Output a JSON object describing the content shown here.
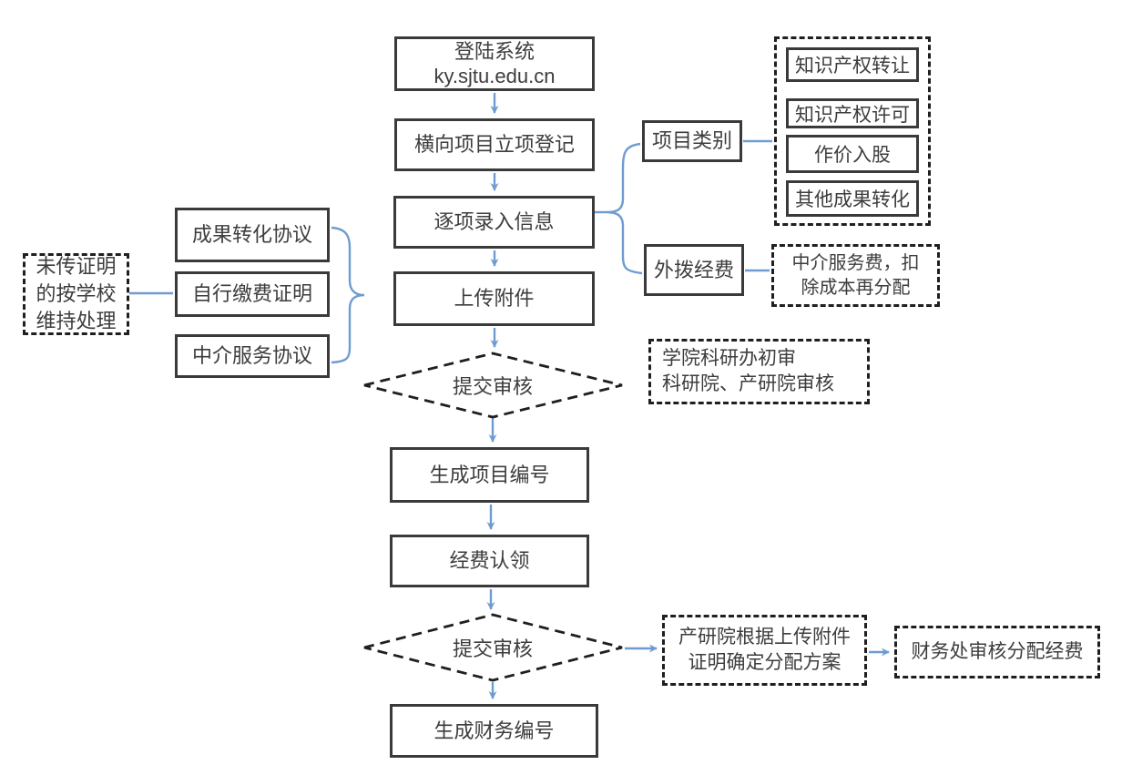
{
  "colors": {
    "background": "#ffffff",
    "solid_border": "#3a3a3a",
    "dashed_border": "#1f1f1f",
    "text": "#3d3d3d",
    "connector_blue": "#6f9cd0"
  },
  "nodes": {
    "login": {
      "line1": "登陆系统",
      "line2": "ky.sjtu.edu.cn"
    },
    "register": {
      "label": "横向项目立项登记"
    },
    "input_info": {
      "label": "逐项录入信息"
    },
    "upload": {
      "label": "上传附件"
    },
    "review1": {
      "label": "提交审核"
    },
    "project_number": {
      "label": "生成项目编号"
    },
    "funding_claim": {
      "label": "经费认领"
    },
    "review2": {
      "label": "提交审核"
    },
    "finance_number": {
      "label": "生成财务编号"
    },
    "achievement_agreement": {
      "label": "成果转化协议"
    },
    "self_payment_proof": {
      "label": "自行缴费证明"
    },
    "agency_agreement": {
      "label": "中介服务协议"
    },
    "no_proof_note": {
      "line1": "未传证明",
      "line2": "的按学校",
      "line3": "维持处理"
    },
    "project_category": {
      "label": "项目类别"
    },
    "external_funds": {
      "label": "外拨经费"
    },
    "ipr_transfer": {
      "label": "知识产权转让"
    },
    "ipr_license": {
      "label": "知识产权许可"
    },
    "valuation_shares": {
      "label": "作价入股"
    },
    "other_transformation": {
      "label": "其他成果转化"
    },
    "agency_fee": {
      "line1": "中介服务费，扣",
      "line2": "除成本再分配"
    },
    "review_note": {
      "line1": "学院科研办初审",
      "line2": "科研院、产研院审核"
    },
    "distribution_plan": {
      "line1": "产研院根据上传附件",
      "line2": "证明确定分配方案"
    },
    "finance_review": {
      "label": "财务处审核分配经费"
    }
  }
}
